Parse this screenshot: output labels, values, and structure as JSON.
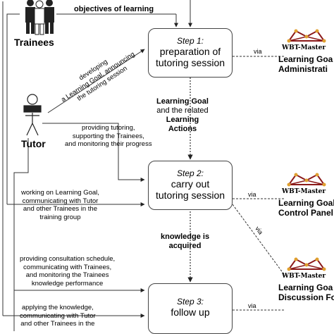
{
  "roles": {
    "trainees": "Trainees",
    "tutor": "Tutor"
  },
  "steps": [
    {
      "title": "Step 1:",
      "text": [
        "preparation of",
        "tutoring session"
      ]
    },
    {
      "title": "Step 2:",
      "text": [
        "carry out",
        "tutoring session"
      ]
    },
    {
      "title": "Step 3:",
      "text": [
        "follow up"
      ]
    }
  ],
  "edges": {
    "objectives": "objectives of learning",
    "developing": [
      "developing",
      "a Learning Goal, announcing",
      "the tutoring session"
    ],
    "providing_tutoring": [
      "providing tutoring,",
      "supporting the Trainees,",
      "and monitoring their progress"
    ],
    "working_on_goal": [
      "working on Learning Goal,",
      "communicating with Tutor",
      "and other Trainees in the",
      "training group"
    ],
    "consultation": [
      "providing consultation schedule,",
      "communicating with Trainees,",
      "and monitoring the Trainees",
      "knowledge performance"
    ],
    "applying": [
      "applying the knowledge,",
      "communicating with Tutor",
      "and other Trainees in the"
    ]
  },
  "flow": {
    "learning_goal": [
      "Learning Goal",
      "and the related",
      "Learning",
      "Actions"
    ],
    "knowledge": [
      "knowledge is",
      "acquired"
    ]
  },
  "via_label": "via",
  "tools": [
    {
      "logo": "WBT-Master",
      "label": [
        "Learning Goa",
        "Administrati"
      ]
    },
    {
      "logo": "WBT-Master",
      "label": [
        "Learning Goal",
        "Control Panel"
      ]
    },
    {
      "logo": "WBT-Master",
      "label": [
        "Learning Goa",
        "Discussion For"
      ]
    }
  ],
  "colors": {
    "logo_primary": "#8b1a1a",
    "logo_accent": "#e0a030",
    "line": "#333333"
  }
}
